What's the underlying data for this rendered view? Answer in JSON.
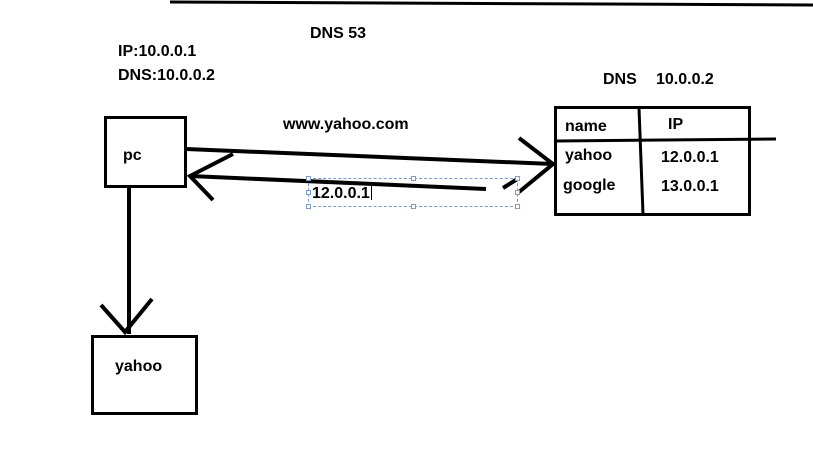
{
  "header": {
    "dns_port": "DNS 53"
  },
  "pc_info": {
    "ip": "IP:10.0.0.1",
    "dns": "DNS:10.0.0.2"
  },
  "pc_box": {
    "label": "pc"
  },
  "yahoo_box": {
    "label": "yahoo"
  },
  "query": {
    "domain": "www.yahoo.com"
  },
  "reply_edit": {
    "value": "12.0.0.1"
  },
  "dns_server": {
    "title": "DNS",
    "address": "10.0.0.2",
    "table": {
      "headers": [
        "name",
        "IP"
      ],
      "rows": [
        [
          "yahoo",
          "12.0.0.1"
        ],
        [
          "google",
          "13.0.0.1"
        ]
      ]
    }
  }
}
